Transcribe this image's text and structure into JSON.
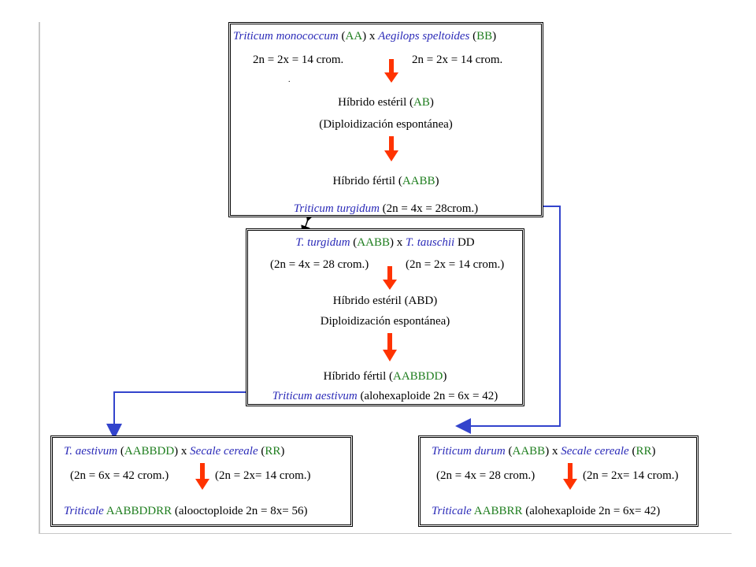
{
  "colors": {
    "species": "#2b2bb8",
    "genome": "#1e7d1e",
    "arrow_red": "#ff3300",
    "connector_blue": "#3344cc"
  },
  "box1": {
    "sp1": "Triticum monococcum",
    "g1": "AA",
    "cross": "x",
    "sp2": "Aegilops speltoides",
    "g2": "BB",
    "chrom_left": "2n = 2x = 14 crom.",
    "chrom_right": "2n = 2x = 14 crom.",
    "dot": ".",
    "hybrid_sterile_pre": "Híbrido estéril (",
    "hybrid_sterile_g": "AB",
    "hybrid_sterile_post": ")",
    "diploid": "(Diploidización espontánea)",
    "hybrid_fertile_pre": "Híbrido fértil (",
    "hybrid_fertile_g": "AABB",
    "hybrid_fertile_post": ")",
    "result_sp": "Triticum turgidum",
    "result_chrom": "(2n = 4x = 28crom.)"
  },
  "box2": {
    "sp1": "T. turgidum",
    "g1": "AABB",
    "cross": "x",
    "sp2": "T. tauschii",
    "g2": "DD",
    "chrom_left": "(2n = 4x = 28 crom.)",
    "chrom_right": "(2n = 2x = 14 crom.)",
    "hybrid_sterile": "Híbrido estéril (ABD)",
    "diploid": "Diploidización espontánea)",
    "hybrid_fertile_pre": "Híbrido fértil (",
    "hybrid_fertile_g": "AABBDD",
    "hybrid_fertile_post": ")",
    "result_sp": "Triticum aestivum",
    "result_chrom": "(alohexaploide 2n = 6x = 42)"
  },
  "box3": {
    "sp1": "T. aestivum",
    "g1": "AABBDD",
    "cross": "x",
    "sp2": "Secale cereale",
    "g2": "RR",
    "chrom_left": "(2n = 6x = 42 crom.)",
    "chrom_right": "(2n = 2x= 14 crom.)",
    "result_sp": "Triticale",
    "result_g": "AABBDDRR",
    "result_chrom": "(alooctoploide 2n = 8x= 56)"
  },
  "box4": {
    "sp1": "Triticum durum",
    "g1": "AABB",
    "cross": "x",
    "sp2": "Secale cereale",
    "g2": "RR",
    "chrom_left": "(2n = 4x = 28 crom.)",
    "chrom_right": "(2n = 2x= 14 crom.)",
    "result_sp": "Triticale",
    "result_g": "AABBRR",
    "result_chrom": "(alohexaploide 2n = 6x= 42)"
  },
  "paren_open": "(",
  "paren_close": ")"
}
